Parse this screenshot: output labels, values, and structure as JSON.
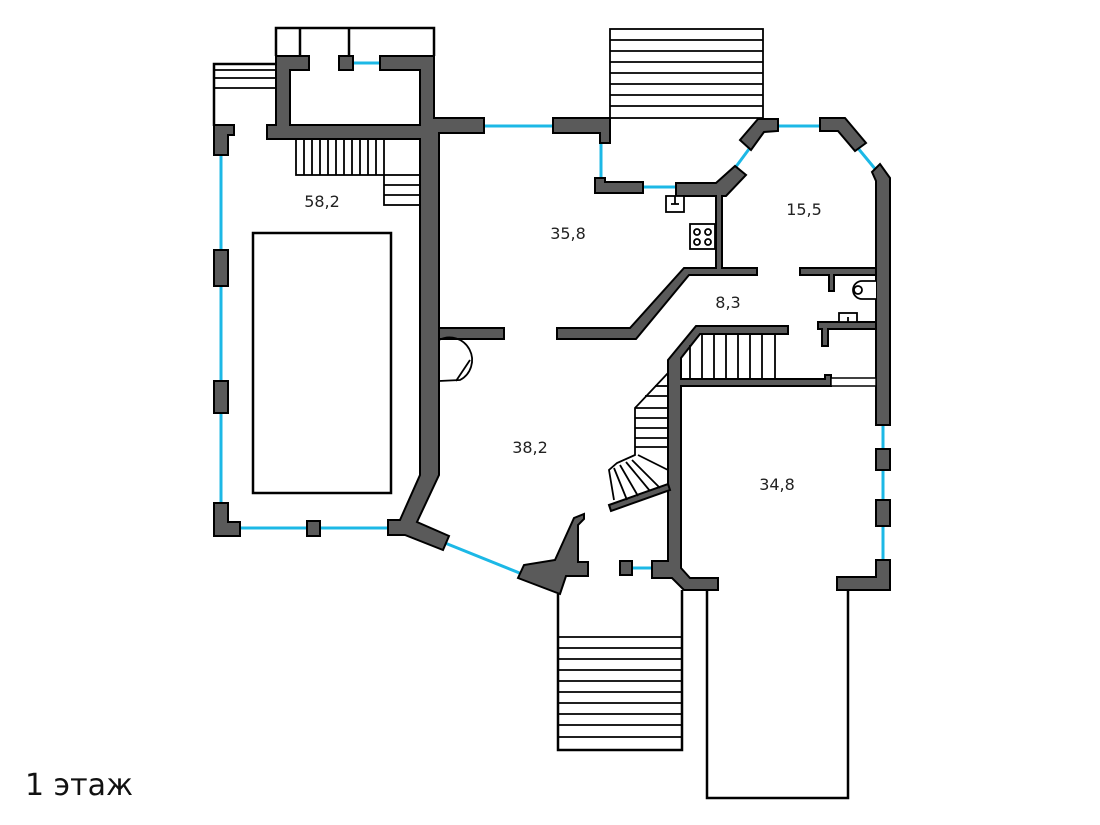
{
  "floor_title": "1 этаж",
  "rooms": [
    {
      "id": "pool-hall",
      "area": "58,2"
    },
    {
      "id": "kitchen-dining",
      "area": "35,8"
    },
    {
      "id": "bay-room",
      "area": "15,5"
    },
    {
      "id": "hall-stairs",
      "area": "8,3"
    },
    {
      "id": "living",
      "area": "38,2"
    },
    {
      "id": "garage-room",
      "area": "34,8"
    }
  ],
  "colors": {
    "wall": "#5a5a5a",
    "window": "#1cb8e6",
    "outline": "#000000"
  }
}
